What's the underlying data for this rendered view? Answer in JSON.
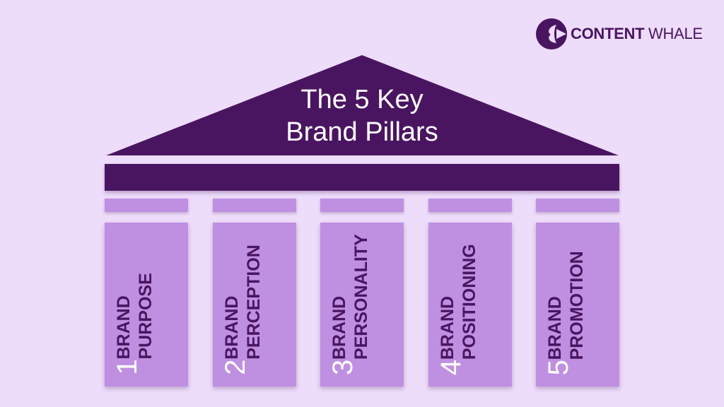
{
  "logo": {
    "text_bold": "CONTENT",
    "text_regular": "WHALE"
  },
  "title": {
    "line1": "The 5 Key",
    "line2": "Brand Pillars"
  },
  "pillars": [
    {
      "number": "1",
      "line1": "BRAND",
      "line2": "PURPOSE"
    },
    {
      "number": "2",
      "line1": "BRAND",
      "line2": "PERCEPTION"
    },
    {
      "number": "3",
      "line1": "BRAND",
      "line2": "PERSONALITY"
    },
    {
      "number": "4",
      "line1": "BRAND",
      "line2": "POSITIONING"
    },
    {
      "number": "5",
      "line1": "BRAND",
      "line2": "PROMOTION"
    }
  ],
  "colors": {
    "background": "#EEDCFB",
    "dark": "#4A1560",
    "pillar": "#BF8FE2",
    "title": "#FFFFFF"
  }
}
